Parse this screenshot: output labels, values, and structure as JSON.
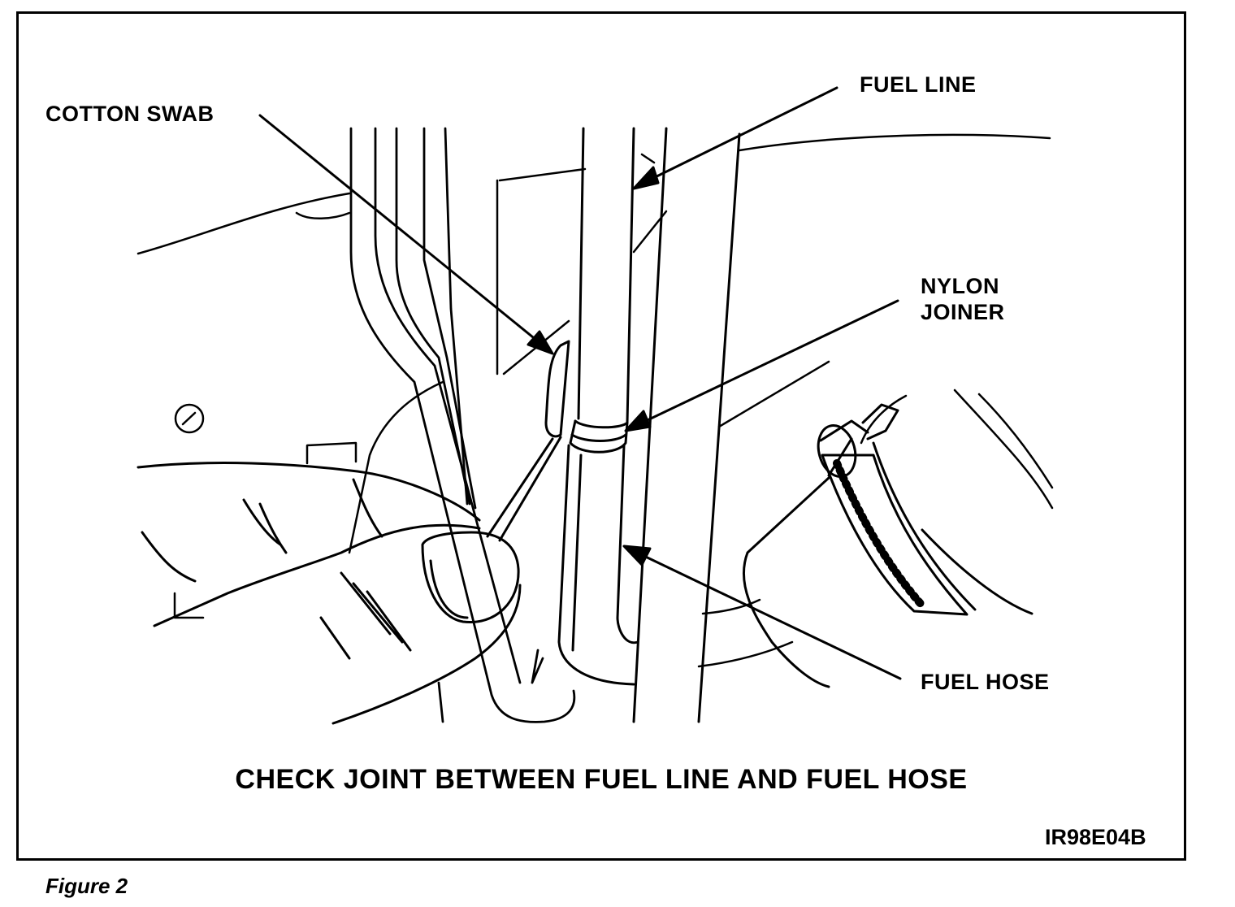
{
  "labels": {
    "fuel_line": "FUEL LINE",
    "cotton_swab": "COTTON SWAB",
    "nylon_joiner": "NYLON\nJOINER",
    "fuel_hose": "FUEL HOSE"
  },
  "caption": "CHECK JOINT BETWEEN FUEL LINE AND FUEL HOSE",
  "drawing_code": "IR98E04B",
  "figure_label": "Figure 2"
}
